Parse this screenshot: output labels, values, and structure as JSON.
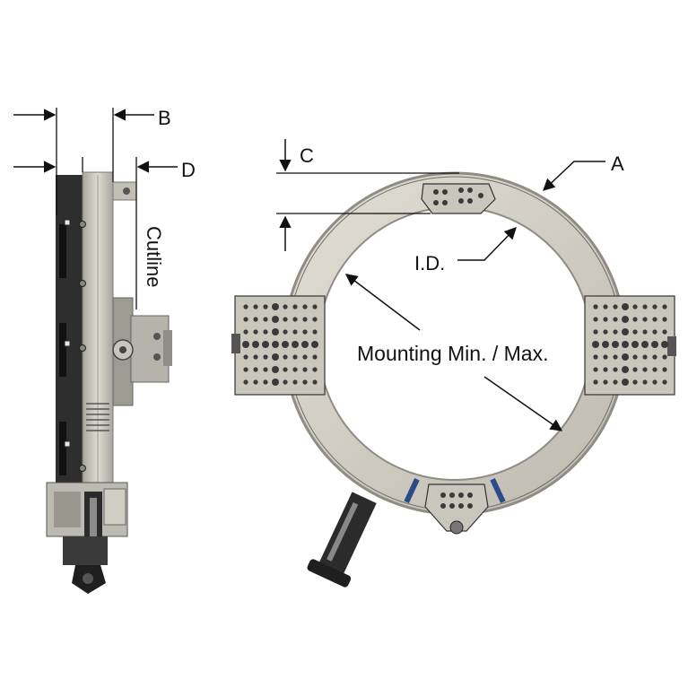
{
  "labels": {
    "a": "A",
    "b": "B",
    "c": "C",
    "d": "D",
    "cutline": "Cutline",
    "id": "I.D.",
    "mounting": "Mounting Min. / Max."
  },
  "colors": {
    "ring_face": "#d6d3c8",
    "ring_edge": "#8f8c84",
    "dark_part": "#2b2b2b",
    "pad_face": "#c9c6bc",
    "hole": "#3a3a3a",
    "line": "#111111"
  }
}
